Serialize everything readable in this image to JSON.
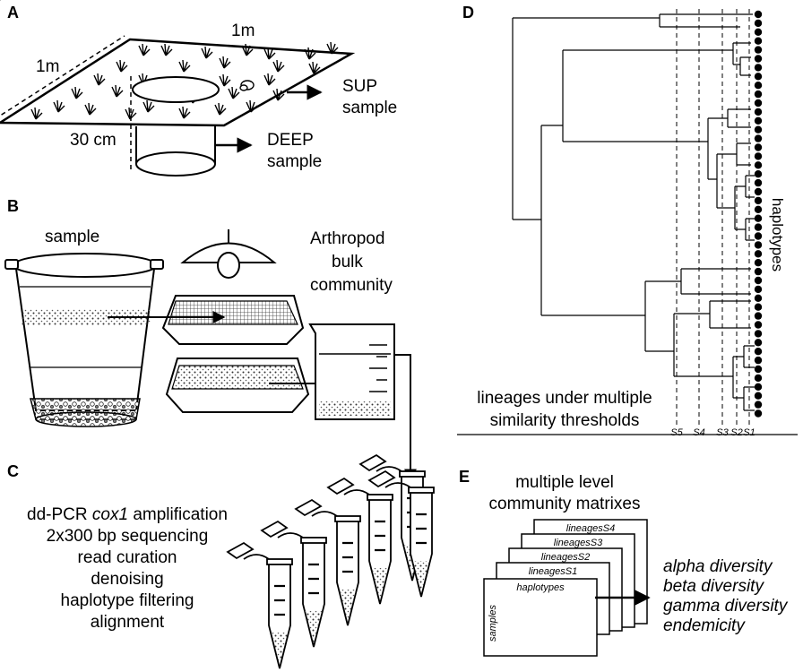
{
  "panels": {
    "a": {
      "label": "A",
      "dim_top": "1m",
      "dim_left": "1m",
      "depth": "30 cm",
      "sup_line1": "SUP",
      "sup_line2": "sample",
      "deep_line1": "DEEP",
      "deep_line2": "sample"
    },
    "b": {
      "label": "B",
      "sample": "sample",
      "community_line1": "Arthropod",
      "community_line2": "bulk",
      "community_line3": "community"
    },
    "c": {
      "label": "C",
      "steps": [
        {
          "pre": "dd-PCR ",
          "ital": "cox1",
          "post": " amplification"
        },
        {
          "pre": "2x300 bp sequencing",
          "ital": "",
          "post": ""
        },
        {
          "pre": "read curation",
          "ital": "",
          "post": ""
        },
        {
          "pre": "denoising",
          "ital": "",
          "post": ""
        },
        {
          "pre": "haplotype filtering",
          "ital": "",
          "post": ""
        },
        {
          "pre": "alignment",
          "ital": "",
          "post": ""
        }
      ]
    },
    "d": {
      "label": "D",
      "haplotypes": "haplotypes",
      "lineages_line1": "lineages under multiple",
      "lineages_line2": "similarity thresholds",
      "thresholds": [
        "S5",
        "S4",
        "S3",
        "S2",
        "S1"
      ]
    },
    "e": {
      "label": "E",
      "title_line1": "multiple level",
      "title_line2": "community matrixes",
      "layers": [
        "lineagesS4",
        "lineagesS3",
        "lineagesS2",
        "lineagesS1",
        "haplotypes"
      ],
      "rows_label": "samples",
      "metrics": [
        "alpha diversity",
        "beta diversity",
        "gamma diversity",
        "endemicity"
      ]
    }
  }
}
